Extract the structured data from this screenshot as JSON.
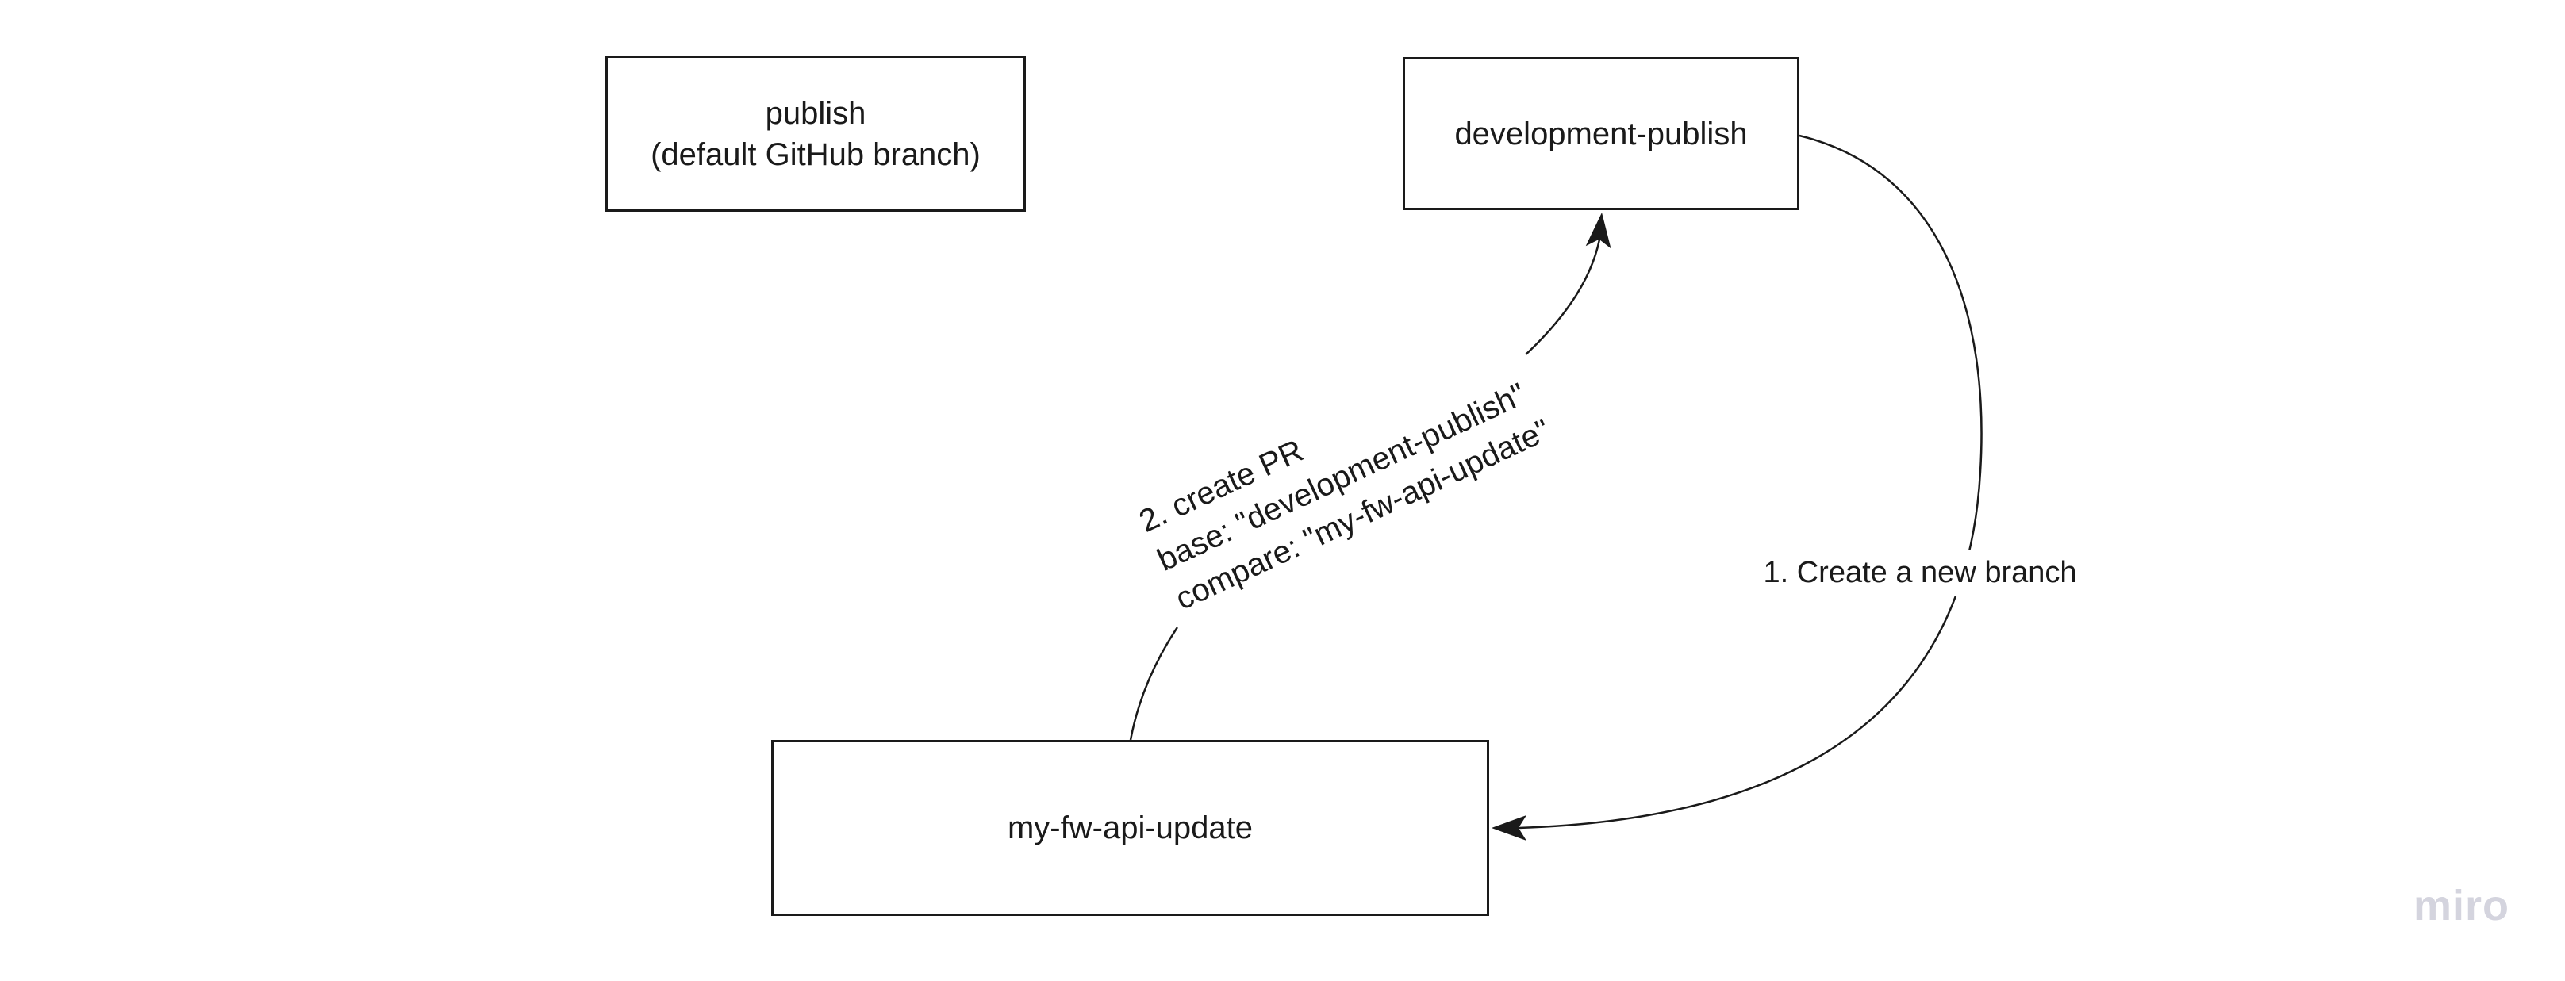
{
  "board": {
    "background": "#ffffff",
    "watermark": "miro"
  },
  "colors": {
    "stroke": "#1a1a1a",
    "text": "#1a1a1a",
    "watermark": "#d4d4de"
  },
  "nodes": [
    {
      "id": "publish",
      "label": "publish\n(default GitHub branch)"
    },
    {
      "id": "development-publish",
      "label": "development-publish"
    },
    {
      "id": "my-fw-api-update",
      "label": "my-fw-api-update"
    }
  ],
  "edges": [
    {
      "id": "create-branch",
      "from": "development-publish",
      "to": "my-fw-api-update",
      "label": "1. Create a new branch"
    },
    {
      "id": "create-pr",
      "from": "my-fw-api-update",
      "to": "development-publish",
      "label": "2. create PR\nbase: \"development-publish\"\ncompare: \"my-fw-api-update\""
    }
  ]
}
